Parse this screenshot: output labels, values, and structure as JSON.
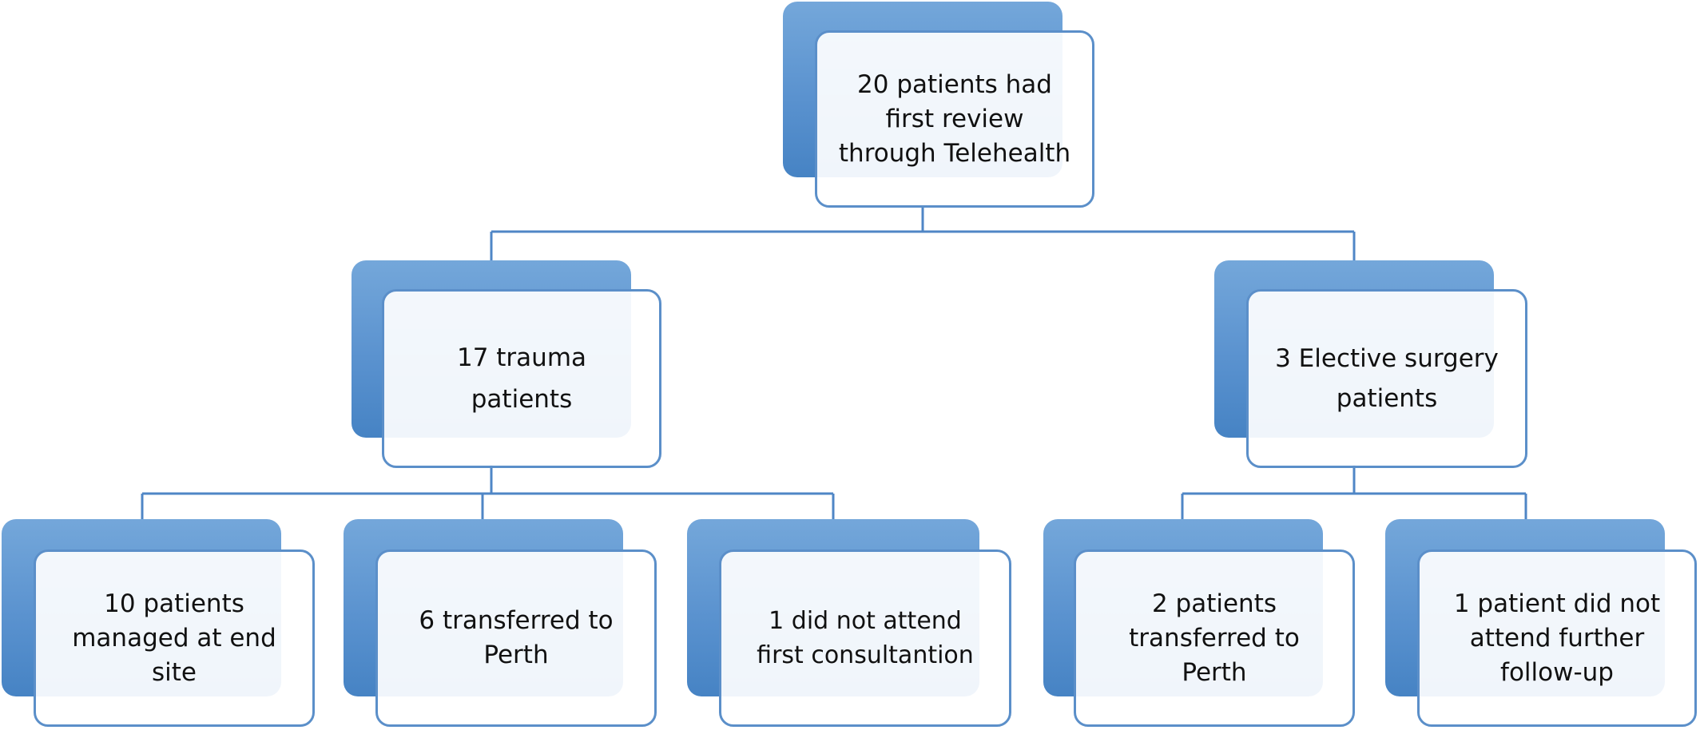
{
  "diagram": {
    "root": {
      "label": "20 patients had\nfirst review\nthrough Telehealth"
    },
    "level2": [
      {
        "label": "17 trauma\n\npatients"
      },
      {
        "label": "3 Elective surgery\npatients"
      }
    ],
    "level3": [
      {
        "label": "10 patients\nmanaged at end\nsite"
      },
      {
        "label": "6 transferred to\nPerth"
      },
      {
        "label": "1 did not attend\nfirst consultantion"
      },
      {
        "label": "2 patients\ntransferred to\nPerth"
      },
      {
        "label": "1 patient did not\nattend further\nfollow-up"
      }
    ],
    "colors": {
      "connector": "#4f86c6",
      "box_border": "#5b8fc9",
      "box_fill_back": "#5a92cf",
      "text": "#111111"
    }
  }
}
